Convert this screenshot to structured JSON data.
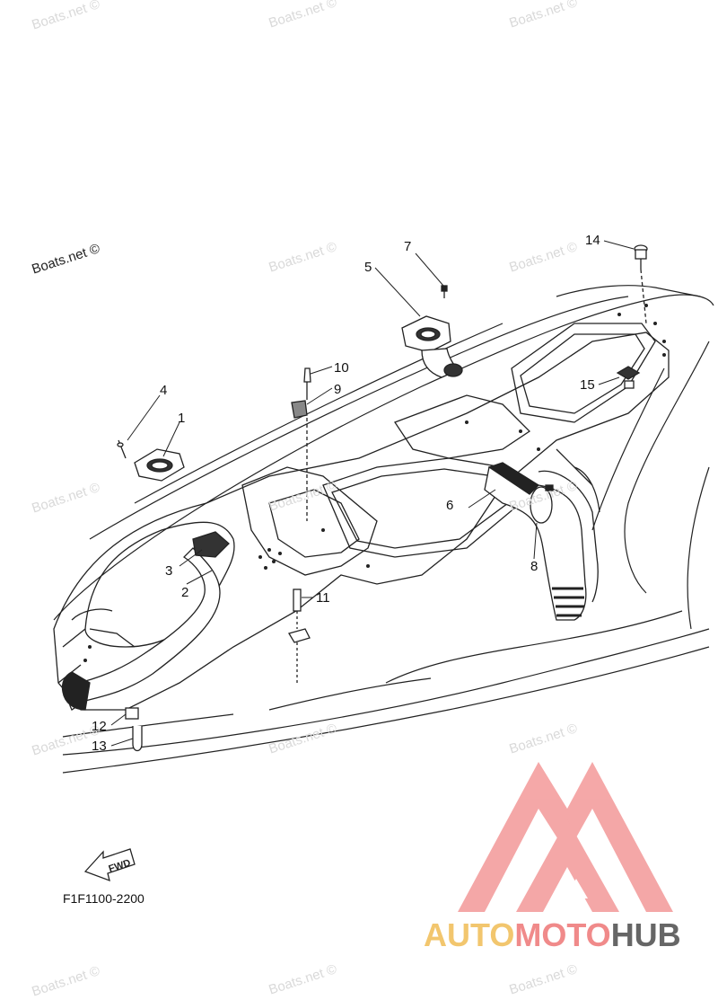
{
  "watermark": "Boats.net ©",
  "callouts": {
    "p1": "1",
    "p2": "2",
    "p3": "3",
    "p4": "4",
    "p5": "5",
    "p6": "6",
    "p7": "7",
    "p8": "8",
    "p9": "9",
    "p10": "10",
    "p11": "11",
    "p12": "12",
    "p13": "13",
    "p14": "14",
    "p15": "15"
  },
  "fwd_label": "FWD",
  "diagram_code": "F1F1100-2200",
  "brand": {
    "part1": "AUTO",
    "part2": "MOTO",
    "part3": "HUB"
  },
  "colors": {
    "line": "#222222",
    "watermark": "#d9d9d9",
    "logo_red": "#f2a0a0",
    "brand_yellow": "#f2c66e",
    "brand_gray": "#666666"
  }
}
